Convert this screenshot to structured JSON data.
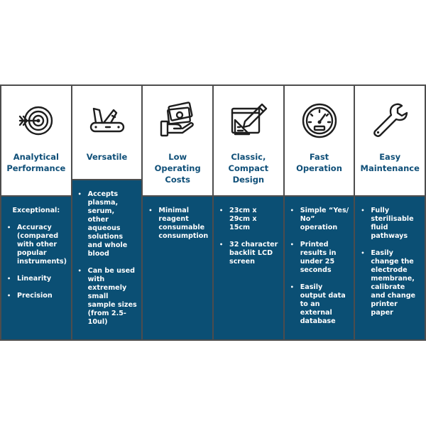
{
  "features": [
    {
      "icon": "target-icon",
      "title": "Analytical Performance",
      "lead": "Exceptional:",
      "bullets": [
        "Accuracy (compared with other popular instruments)",
        "Linearity",
        "Precision"
      ]
    },
    {
      "icon": "pocket-knife-icon",
      "title": "Versatile",
      "lead": "",
      "bullets": [
        "Accepts plasma, serum, other aqueous solutions and whole blood",
        "Can be used with extremely small sample sizes (from 2.5-10ul)"
      ]
    },
    {
      "icon": "money-hand-icon",
      "title": "Low Operating Costs",
      "lead": "",
      "bullets": [
        "Minimal reagent consumable consumption"
      ]
    },
    {
      "icon": "design-tools-icon",
      "title": "Classic, Compact Design",
      "lead": "",
      "bullets": [
        "23cm x 29cm x 15cm",
        "32 character backlit LCD screen"
      ]
    },
    {
      "icon": "speedometer-icon",
      "title": "Fast Operation",
      "lead": "",
      "bullets": [
        "Simple “Yes/ No” operation",
        "Printed results in under 25 seconds",
        "Easily output data to an external database"
      ]
    },
    {
      "icon": "wrench-icon",
      "title": "Easy Maintenance",
      "lead": "",
      "bullets": [
        "Fully sterilisable fluid pathways",
        "Easily change the electrode membrane, calibrate and change printer paper"
      ]
    }
  ]
}
